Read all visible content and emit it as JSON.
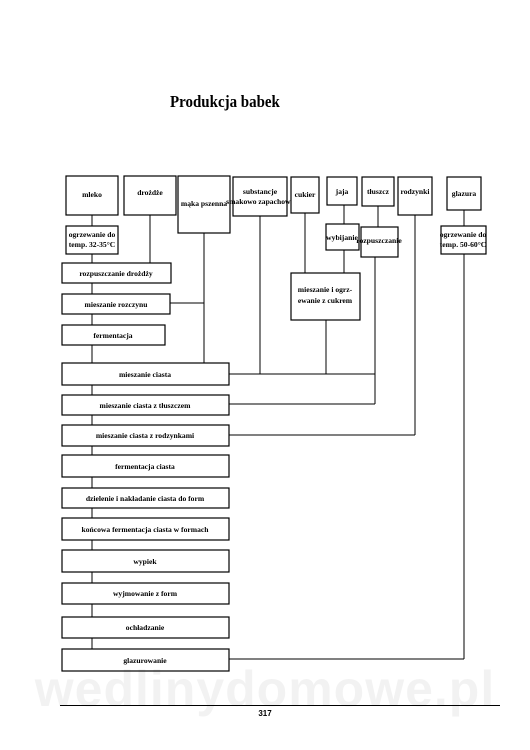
{
  "title": "Produkcja babek",
  "top_boxes": {
    "mleko": "mleko",
    "drozdze": "drożdże",
    "maka": "mąka pszenna",
    "substancje": [
      "substancje",
      "smakowo zapachowe"
    ],
    "cukier": "cukier",
    "jaja": "jaja",
    "tluszcz": "tłuszcz",
    "rodzynki": "rodzynki",
    "glazura": "glazura"
  },
  "side_boxes": {
    "ogrzewanie_mleka": [
      "ogrzewanie do",
      "temp. 32-35°C"
    ],
    "wybijanie": "wybijanie",
    "rozpuszczanie_tluszczu": "rozpuszczanie",
    "mieszanie_jaj": [
      "mieszanie i ogrz-",
      "ewanie z cukrem"
    ],
    "ogrzewanie_glazury": [
      "ogrzewanie do",
      "temp. 50-60°C"
    ]
  },
  "steps": [
    "rozpuszczanie drożdży",
    "mieszanie rozczynu",
    "fermentacja",
    "mieszanie ciasta",
    "mieszanie ciasta z tłuszczem",
    "mieszanie ciasta z rodzynkami",
    "fermentacja ciasta",
    "dzielenie i nakładanie ciasta do form",
    "końcowa fermentacja ciasta w formach",
    "wypiek",
    "wyjmowanie z form",
    "ochładzanie",
    "glazurowanie"
  ],
  "watermark": "wedlinydomowe.pl",
  "page_number": "317"
}
